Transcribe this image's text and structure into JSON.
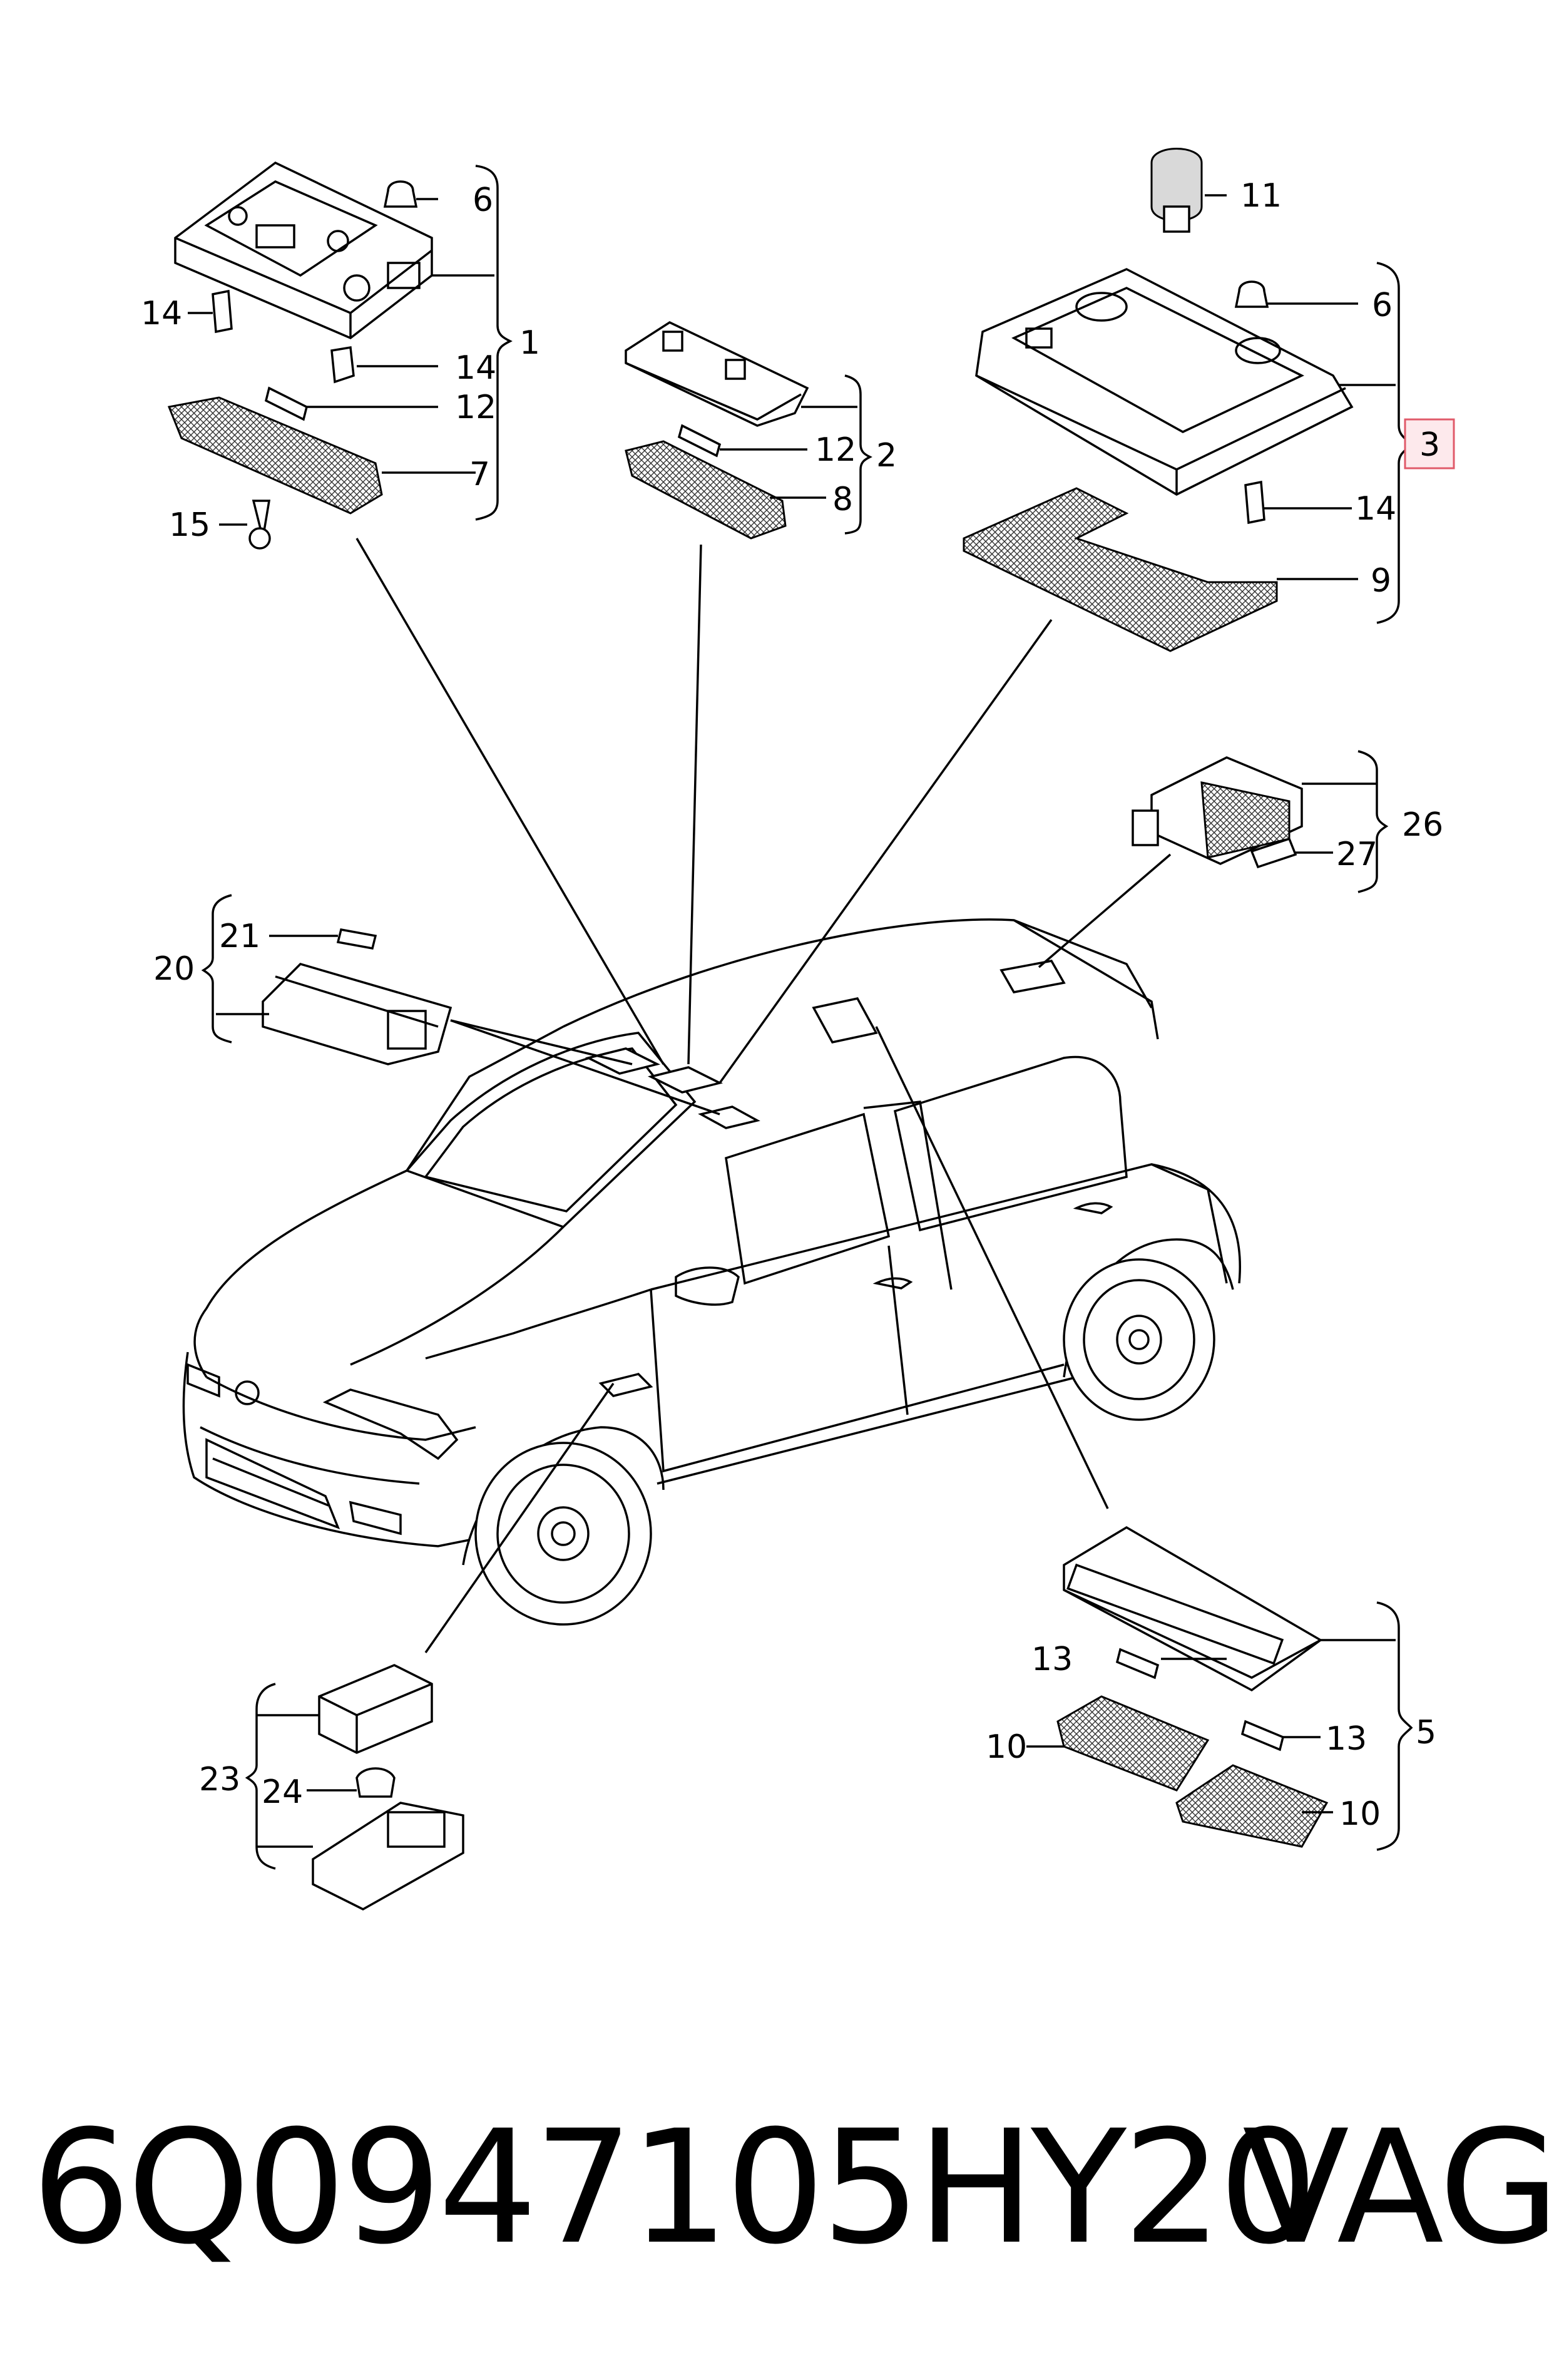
{
  "diagram": {
    "labels": {
      "l1": "1",
      "l2": "2",
      "l3": "3",
      "l5": "5",
      "l6a": "6",
      "l6b": "6",
      "l7": "7",
      "l8": "8",
      "l9": "9",
      "l10a": "10",
      "l10b": "10",
      "l11": "11",
      "l12a": "12",
      "l12b": "12",
      "l13a": "13",
      "l13b": "13",
      "l14a": "14",
      "l14b": "14",
      "l14c": "14",
      "l15": "15",
      "l20": "20",
      "l21": "21",
      "l23": "23",
      "l24": "24",
      "l26": "26",
      "l27": "27"
    },
    "highlight_color": "#e05a6a"
  },
  "footer": {
    "part_number": "6Q0947105HY20",
    "brand": "VAG"
  }
}
